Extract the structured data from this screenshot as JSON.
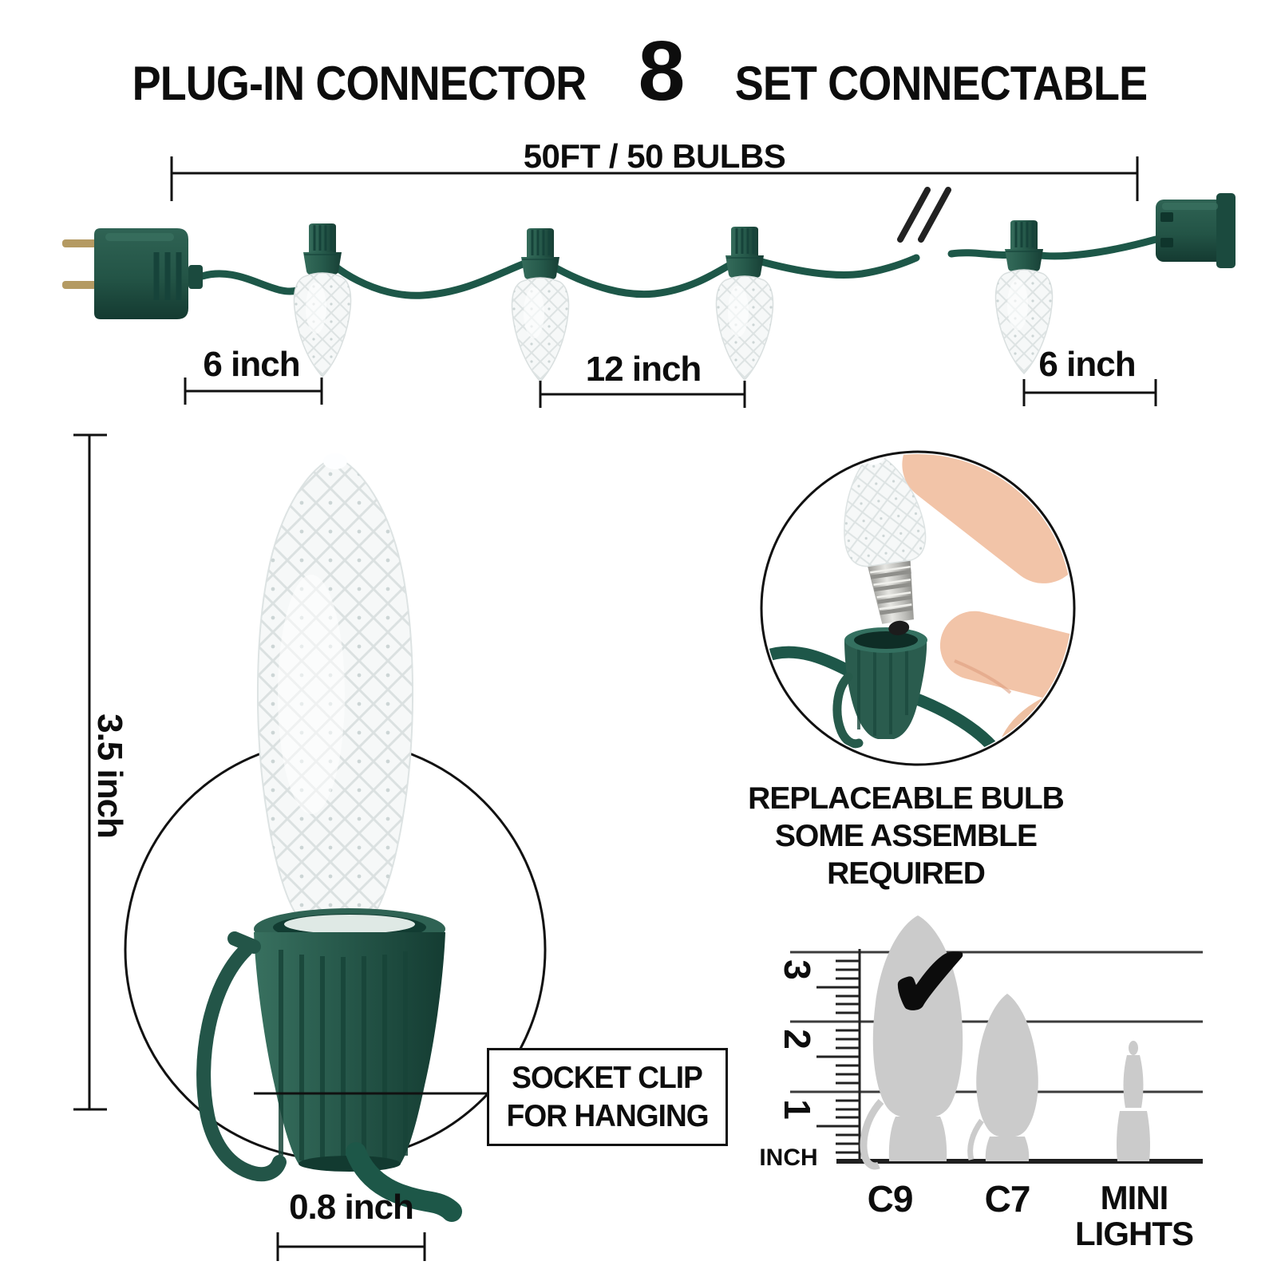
{
  "header": {
    "title_left": "PLUG-IN CONNECTOR",
    "title_number": "8",
    "title_right": "SET CONNECTABLE"
  },
  "string_run": {
    "length_label": "50FT / 50 BULBS",
    "spacing_left": "6 inch",
    "spacing_middle": "12 inch",
    "spacing_right": "6 inch",
    "bulbs_shown": 4
  },
  "bulb_detail": {
    "height_label": "3.5 inch",
    "base_width_label": "0.8 inch",
    "callout_line1": "SOCKET CLIP",
    "callout_line2": "FOR HANGING"
  },
  "replaceable": {
    "line1": "REPLACEABLE BULB",
    "line2": "SOME ASSEMBLE REQUIRED"
  },
  "size_chart": {
    "ruler_numbers": [
      "3",
      "2",
      "1"
    ],
    "unit_label": "INCH",
    "checkmark": "✔",
    "items": [
      {
        "label": "C9",
        "selected": true,
        "approx_height_inch": 3.5
      },
      {
        "label": "C7",
        "selected": false,
        "approx_height_inch": 2.4
      },
      {
        "label": "MINI LIGHTS",
        "selected": false,
        "approx_height_inch": 1.7
      }
    ]
  },
  "colors": {
    "green_dark": "#16433a",
    "green": "#265a4b",
    "green_light": "#35705e",
    "wire_green": "#1d5748",
    "brass": "#b49a62",
    "silhouette_gray": "#cbcbcb",
    "skin": "#f2c4a8",
    "text_black": "#0d0d0d"
  }
}
